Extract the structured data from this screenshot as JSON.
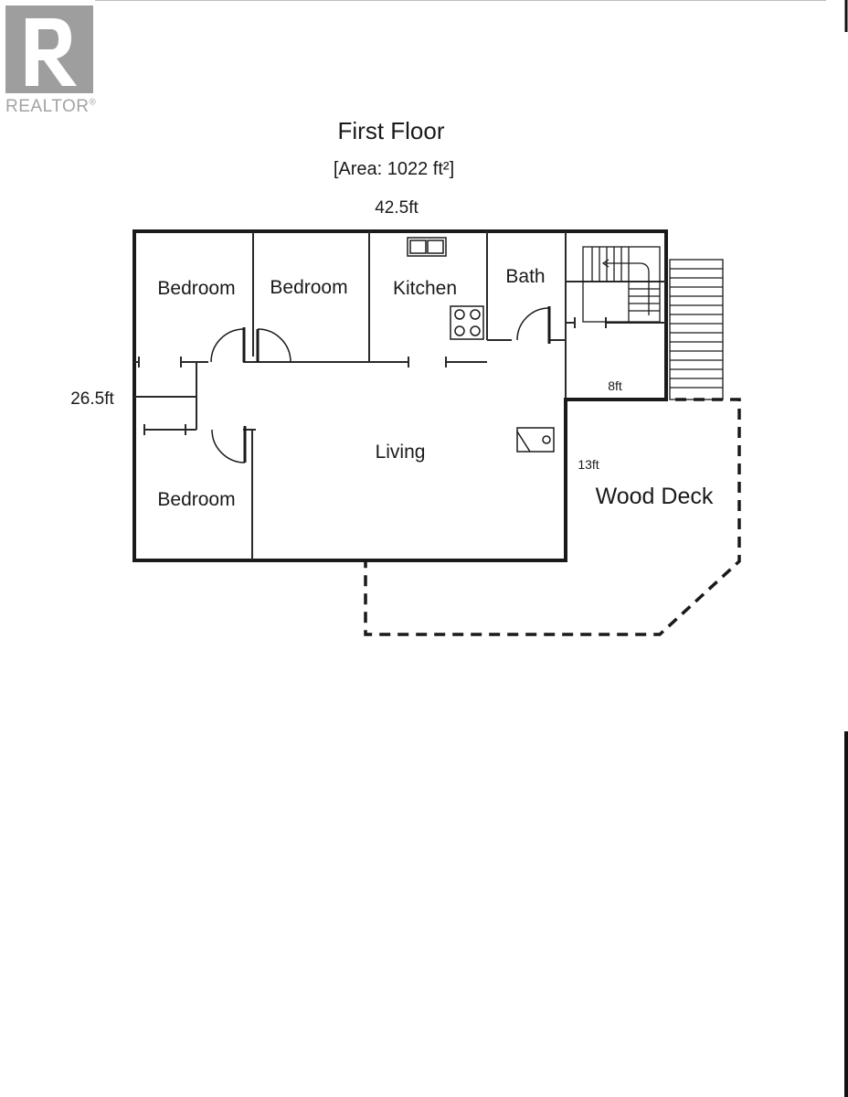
{
  "logo": {
    "icon": "realtor-r-logo",
    "text": "REALTOR",
    "mark": "®"
  },
  "plan": {
    "title": "First Floor",
    "area": "[Area: 1022 ft²]",
    "dims": {
      "width": "42.5ft",
      "height": "26.5ft",
      "stair_width": "8ft",
      "deck_depth": "13ft"
    },
    "rooms": {
      "bedroom_1": "Bedroom",
      "bedroom_2": "Bedroom",
      "kitchen": "Kitchen",
      "bath": "Bath",
      "living": "Living",
      "bedroom_3": "Bedroom",
      "deck": "Wood Deck"
    }
  }
}
